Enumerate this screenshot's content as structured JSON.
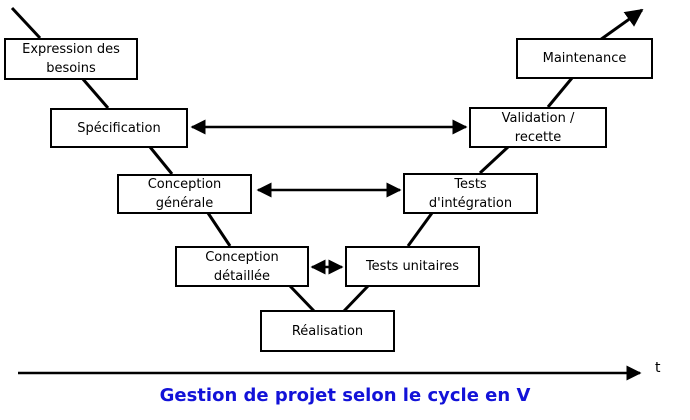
{
  "title": "Gestion de projet selon le cycle en V",
  "axis_label": "t",
  "boxes": {
    "expression": "Expression des\nbesoins",
    "specification": "Spécification",
    "conception_generale": "Conception\ngénérale",
    "conception_detaillee": "Conception\ndétaillée",
    "realisation": "Réalisation",
    "tests_unitaires": "Tests unitaires",
    "tests_integration": "Tests\nd'intégration",
    "validation": "Validation /\nrecette",
    "maintenance": "Maintenance"
  },
  "colors": {
    "line": "#000000",
    "caption": "#1212d8"
  }
}
